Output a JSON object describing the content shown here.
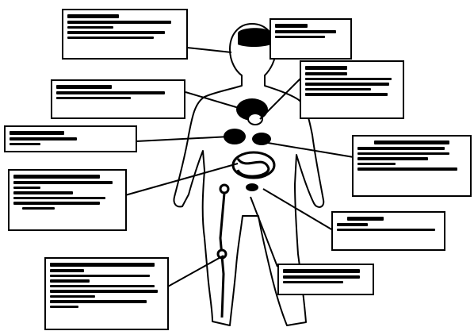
{
  "callouts": [
    {
      "id": "box-psychological",
      "title": "",
      "lines": [
        "",
        "",
        "",
        ""
      ]
    },
    {
      "id": "box-neurological",
      "title": "",
      "lines": [
        "",
        ""
      ]
    },
    {
      "id": "box-respiratory",
      "title": "",
      "lines": [
        "",
        ""
      ]
    },
    {
      "id": "box-cardiovascular",
      "title": "",
      "lines": [
        "",
        "",
        "",
        "",
        ""
      ]
    },
    {
      "id": "box-liver",
      "title": "",
      "lines": [
        "",
        ""
      ]
    },
    {
      "id": "box-endocrine",
      "title": "",
      "lines": [
        "",
        "",
        "",
        "",
        ""
      ]
    },
    {
      "id": "box-gastrointestinal",
      "title": "",
      "lines": [
        "",
        "",
        "",
        "",
        "",
        ""
      ]
    },
    {
      "id": "box-kidneys",
      "title": "",
      "lines": [
        "",
        ""
      ]
    },
    {
      "id": "box-reproductive",
      "title": "",
      "lines": [
        "",
        ""
      ]
    },
    {
      "id": "box-musculoskeletal",
      "title": "",
      "lines": [
        "",
        "",
        "",
        "",
        "",
        "",
        "",
        ""
      ]
    }
  ],
  "colors": {
    "ink": "#000000",
    "paper": "#ffffff"
  }
}
